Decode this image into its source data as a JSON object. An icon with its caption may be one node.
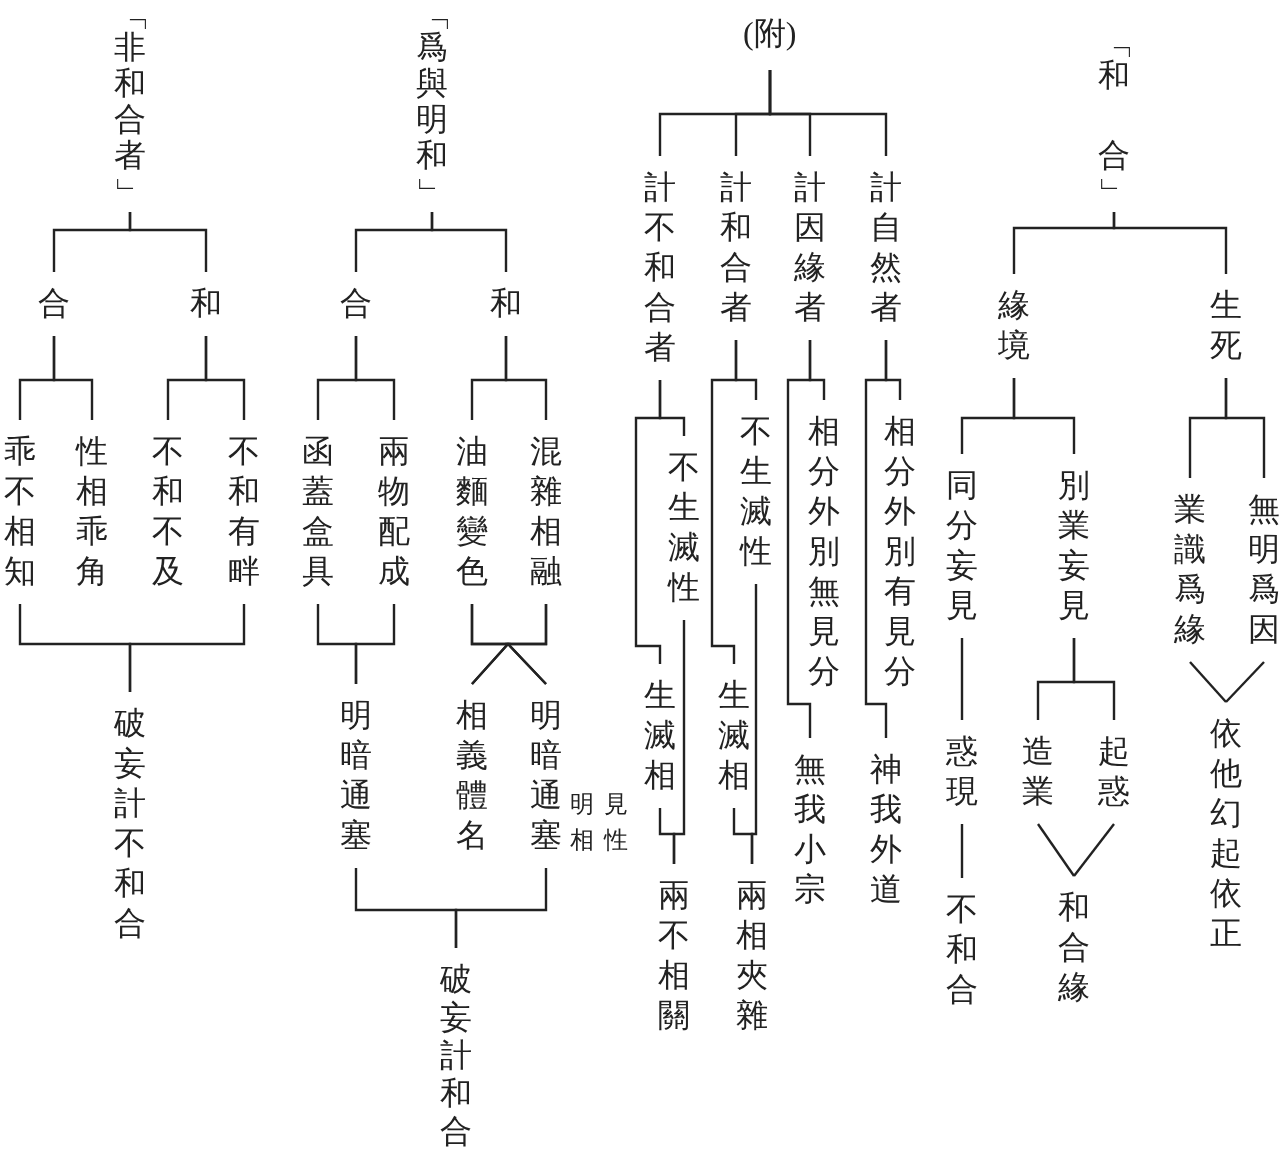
{
  "diagram": {
    "nodes": [
      {
        "text": [
          "「非和合者」"
        ]
      },
      {
        "text": [
          "合"
        ]
      },
      {
        "text": [
          "和"
        ]
      },
      {
        "text": [
          "乖不相知"
        ]
      },
      {
        "text": [
          "性相乖角"
        ]
      },
      {
        "text": [
          "不和不及"
        ]
      },
      {
        "text": [
          "不和有畔"
        ]
      },
      {
        "text": [
          "破妄計不和合"
        ]
      },
      {
        "text": [
          "「爲與明和」"
        ]
      },
      {
        "text": [
          "合"
        ]
      },
      {
        "text": [
          "和"
        ]
      },
      {
        "text": [
          "函蓋盒具"
        ]
      },
      {
        "text": [
          "兩物配成"
        ]
      },
      {
        "text": [
          "油麵變色"
        ]
      },
      {
        "text": [
          "混雜相融"
        ]
      },
      {
        "text": [
          "明暗通塞"
        ]
      },
      {
        "text": [
          "相義體名"
        ]
      },
      {
        "text": [
          "明暗通塞"
        ]
      },
      {
        "text": [
          "破妄計和合"
        ]
      },
      {
        "text": [
          "(附)"
        ]
      },
      {
        "text": [
          "計不和合者"
        ]
      },
      {
        "text": [
          "計和合者"
        ]
      },
      {
        "text": [
          "計因緣者"
        ]
      },
      {
        "text": [
          "計自然者"
        ]
      },
      {
        "text": [
          "不生滅性"
        ]
      },
      {
        "text": [
          "生滅相"
        ]
      },
      {
        "text": [
          "不生滅性"
        ]
      },
      {
        "text": [
          "生滅相"
        ]
      },
      {
        "text": [
          "相分外別無見分"
        ]
      },
      {
        "text": [
          "相分外別有見分"
        ]
      },
      {
        "text": [
          "兩不相關"
        ]
      },
      {
        "text": [
          "兩相夾雜"
        ]
      },
      {
        "text": [
          "無我小宗"
        ]
      },
      {
        "text": [
          "神我外道"
        ]
      },
      {
        "text": [
          "「和合」"
        ]
      },
      {
        "text": [
          "緣境"
        ]
      },
      {
        "text": [
          "生死"
        ]
      },
      {
        "text": [
          "同分妄見"
        ]
      },
      {
        "text": [
          "別業妄見"
        ]
      },
      {
        "text": [
          "業識爲緣"
        ]
      },
      {
        "text": [
          "無明爲因"
        ]
      },
      {
        "text": [
          "惑現"
        ]
      },
      {
        "text": [
          "造業"
        ]
      },
      {
        "text": [
          "起惑"
        ]
      },
      {
        "text": [
          "不和合"
        ]
      },
      {
        "text": [
          "和合緣"
        ]
      },
      {
        "text": [
          "依他幻起依正"
        ]
      }
    ],
    "edges": [
      {
        "from": 0,
        "to": 1,
        "arrow": "none"
      },
      {
        "from": 0,
        "to": 2,
        "arrow": "none"
      },
      {
        "from": 1,
        "to": 3,
        "arrow": "none"
      },
      {
        "from": 1,
        "to": 4,
        "arrow": "none"
      },
      {
        "from": 2,
        "to": 5,
        "arrow": "none"
      },
      {
        "from": 2,
        "to": 6,
        "arrow": "none"
      },
      {
        "from": 3,
        "to": 7,
        "arrow": "none"
      },
      {
        "from": 6,
        "to": 7,
        "arrow": "none"
      },
      {
        "from": 8,
        "to": 9,
        "arrow": "none"
      },
      {
        "from": 8,
        "to": 10,
        "arrow": "none"
      },
      {
        "from": 9,
        "to": 11,
        "arrow": "none"
      },
      {
        "from": 9,
        "to": 12,
        "arrow": "none"
      },
      {
        "from": 10,
        "to": 13,
        "arrow": "none"
      },
      {
        "from": 10,
        "to": 14,
        "arrow": "none"
      },
      {
        "from": 11,
        "to": 15,
        "arrow": "none"
      },
      {
        "from": 12,
        "to": 15,
        "arrow": "none"
      },
      {
        "from": 13,
        "to": 16,
        "arrow": "none"
      },
      {
        "from": 13,
        "to": 17,
        "arrow": "none"
      },
      {
        "from": 14,
        "to": 16,
        "arrow": "none"
      },
      {
        "from": 14,
        "to": 17,
        "arrow": "none"
      },
      {
        "from": 15,
        "to": 18,
        "arrow": "none"
      },
      {
        "from": 17,
        "to": 18,
        "arrow": "none"
      },
      {
        "from": 19,
        "to": 20,
        "arrow": "none"
      },
      {
        "from": 19,
        "to": 21,
        "arrow": "none"
      },
      {
        "from": 19,
        "to": 22,
        "arrow": "none"
      },
      {
        "from": 19,
        "to": 23,
        "arrow": "none"
      },
      {
        "from": 20,
        "to": 24,
        "arrow": "none"
      },
      {
        "from": 20,
        "to": 25,
        "arrow": "none"
      },
      {
        "from": 21,
        "to": 26,
        "arrow": "none"
      },
      {
        "from": 21,
        "to": 27,
        "arrow": "none"
      },
      {
        "from": 22,
        "to": 28,
        "arrow": "none"
      },
      {
        "from": 22,
        "to": 32,
        "arrow": "none"
      },
      {
        "from": 23,
        "to": 29,
        "arrow": "none"
      },
      {
        "from": 23,
        "to": 33,
        "arrow": "none"
      },
      {
        "from": 24,
        "to": 30,
        "arrow": "none"
      },
      {
        "from": 25,
        "to": 30,
        "arrow": "none"
      },
      {
        "from": 26,
        "to": 31,
        "arrow": "none"
      },
      {
        "from": 27,
        "to": 31,
        "arrow": "none"
      },
      {
        "from": 34,
        "to": 35,
        "arrow": "none"
      },
      {
        "from": 34,
        "to": 36,
        "arrow": "none"
      },
      {
        "from": 35,
        "to": 37,
        "arrow": "none"
      },
      {
        "from": 35,
        "to": 38,
        "arrow": "none"
      },
      {
        "from": 36,
        "to": 39,
        "arrow": "none"
      },
      {
        "from": 36,
        "to": 40,
        "arrow": "none"
      },
      {
        "from": 37,
        "to": 41,
        "arrow": "none"
      },
      {
        "from": 41,
        "to": 44,
        "arrow": "none"
      },
      {
        "from": 38,
        "to": 42,
        "arrow": "none"
      },
      {
        "from": 38,
        "to": 43,
        "arrow": "none"
      },
      {
        "from": 42,
        "to": 45,
        "arrow": "none"
      },
      {
        "from": 43,
        "to": 45,
        "arrow": "none"
      },
      {
        "from": 39,
        "to": 46,
        "arrow": "none"
      },
      {
        "from": 40,
        "to": 46,
        "arrow": "none"
      }
    ],
    "labels": [
      "明相",
      "見性"
    ]
  }
}
